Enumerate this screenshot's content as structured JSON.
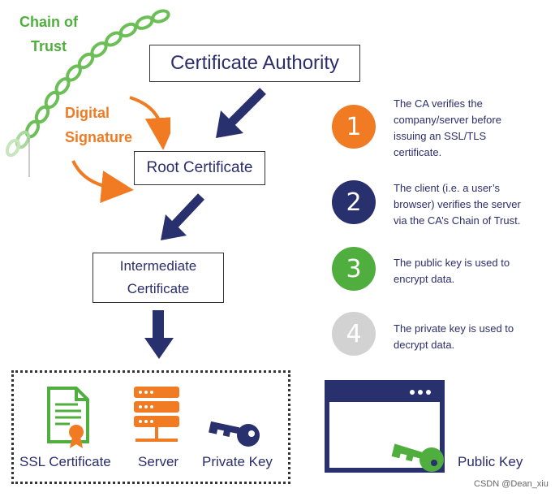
{
  "chain_label": "Chain of\nTrust",
  "signature_label": "Digital\nSignature",
  "boxes": {
    "ca": "Certificate Authority",
    "root": "Root Certificate",
    "intermediate": "Intermediate\nCertificate"
  },
  "steps": [
    {
      "num": "1",
      "color": "#f07b23",
      "text": "The CA verifies the\ncompany/server before\nissuing an SSL/TLS\ncertificate."
    },
    {
      "num": "2",
      "color": "#28306e",
      "text": "The client (i.e. a user’s\nbrowser) verifies the server\nvia the CA’s Chain of Trust."
    },
    {
      "num": "3",
      "color": "#4fae3e",
      "text": "The public key is used to\nencrypt data."
    },
    {
      "num": "4",
      "color": "#d2d2d2",
      "text": "The private key is used to\ndecrypt data."
    }
  ],
  "bottom": {
    "ssl": "SSL Certificate",
    "server": "Server",
    "private_key": "Private Key",
    "public_key": "Public Key"
  },
  "watermark": "CSDN @Dean_xiu",
  "colors": {
    "navy": "#28306e",
    "orange": "#f07b23",
    "green": "#4fae3e"
  }
}
